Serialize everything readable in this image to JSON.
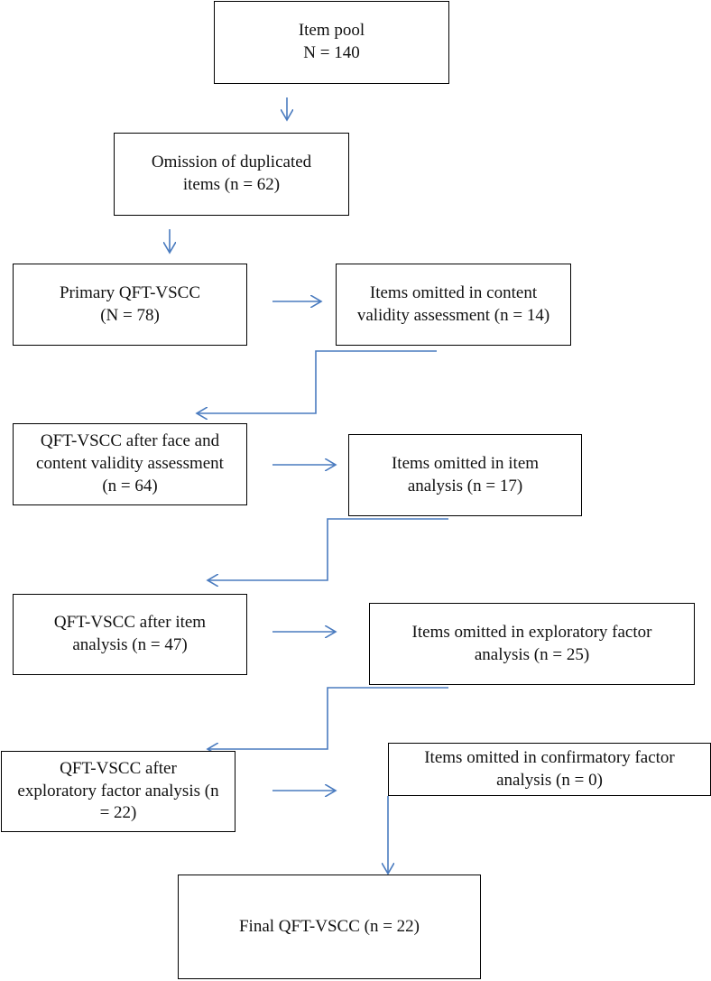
{
  "flowchart": {
    "item_pool": {
      "line1": "Item pool",
      "line2": "N = 140"
    },
    "omission_duplicated": {
      "line1": "Omission of duplicated",
      "line2": "items (n = 62)"
    },
    "primary": {
      "line1": "Primary QFT-VSCC",
      "line2": "(N = 78)"
    },
    "omitted_content": {
      "line1": "Items omitted in content",
      "line2": "validity assessment (n = 14)"
    },
    "after_face_content": {
      "line1": "QFT-VSCC after face and",
      "line2": "content validity assessment",
      "line3": "(n = 64)"
    },
    "omitted_item": {
      "line1": "Items omitted in item",
      "line2": "analysis (n = 17)"
    },
    "after_item": {
      "line1": "QFT-VSCC after item",
      "line2": "analysis (n = 47)"
    },
    "omitted_efa": {
      "line1": "Items omitted in exploratory factor",
      "line2": "analysis (n = 25)"
    },
    "after_efa": {
      "line1": "QFT-VSCC after",
      "line2": "exploratory factor analysis (n",
      "line3": "= 22)"
    },
    "omitted_cfa": {
      "line1": "Items omitted in confirmatory factor",
      "line2": "analysis (n = 0)"
    },
    "final": {
      "line1": "Final QFT-VSCC (n = 22)"
    }
  },
  "colors": {
    "arrow": "#4a7bbf",
    "border": "#000000",
    "text": "#111111"
  }
}
